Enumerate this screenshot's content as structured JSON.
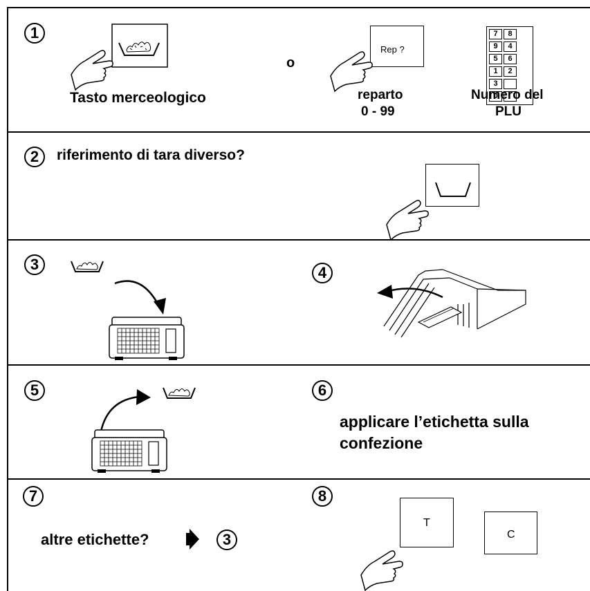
{
  "steps": [
    {
      "num": "1"
    },
    {
      "num": "2"
    },
    {
      "num": "3"
    },
    {
      "num": "4"
    },
    {
      "num": "5"
    },
    {
      "num": "6"
    },
    {
      "num": "7"
    },
    {
      "num": "8"
    }
  ],
  "step1": {
    "label_product_key": "Tasto merceologico",
    "or": "o",
    "rep_button": "Rep ?",
    "department_line1": "reparto",
    "department_line2": "0 - 99",
    "plu_line1": "Numero del",
    "plu_line2": "PLU",
    "keypad": [
      "7",
      "8",
      "9",
      "4",
      "5",
      "6",
      "1",
      "2",
      "3",
      "",
      "0",
      ""
    ]
  },
  "step2": {
    "question": "riferimento di tara diverso?"
  },
  "step6": {
    "line1": "applicare l’etichetta sulla",
    "line2": "confezione"
  },
  "step7": {
    "question": "altre etichette?",
    "goto": "3"
  },
  "step8": {
    "key_t": "T",
    "key_c": "C"
  }
}
